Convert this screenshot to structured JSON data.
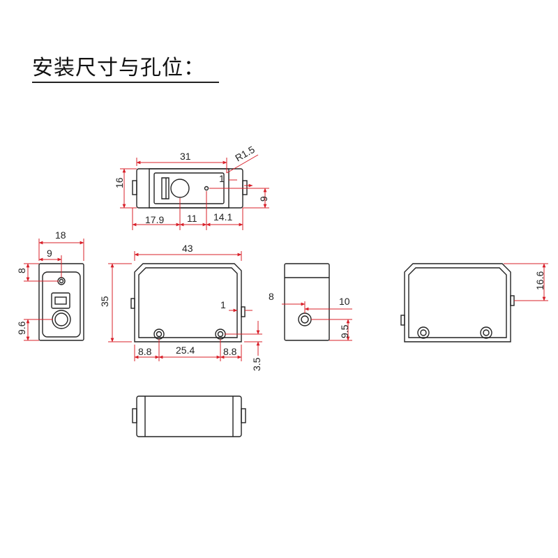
{
  "title": "安装尺寸与孔位：",
  "colors": {
    "outline": "#222222",
    "dimension": "#d8202a",
    "text": "#222222"
  },
  "top_view": {
    "dims": {
      "width": "31",
      "radius": "R1.5",
      "height": "16",
      "right_offset": "1",
      "hole_height": "9",
      "left_span": "17.9",
      "mid_span": "11",
      "right_span": "14.1"
    }
  },
  "left_view": {
    "dims": {
      "width": "18",
      "hole_x": "9",
      "top_hole_y": "8",
      "bottom_hole_y": "9.6"
    }
  },
  "front_view": {
    "dims": {
      "width": "43",
      "height": "35",
      "side_offset": "1",
      "left_margin": "8.8",
      "hole_spacing": "25.4",
      "right_margin": "8.8",
      "hole_y": "3.5"
    }
  },
  "right_view": {
    "dims": {
      "left_offset": "8",
      "right_offset": "10",
      "hole_height": "9.5"
    }
  },
  "back_view": {
    "dims": {
      "height": "16.6"
    }
  }
}
